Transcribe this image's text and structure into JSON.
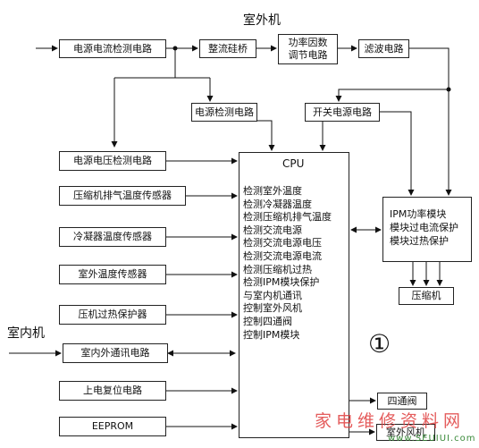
{
  "section_outdoor": "室外机",
  "section_indoor": "室内机",
  "blocks": {
    "power_current_detect": "电源电流检测电路",
    "rectifier_bridge": "整流硅桥",
    "pfc": "功率因数\n调节电路",
    "filter": "滤波电路",
    "power_detect": "电源检测电路",
    "switching_power": "开关电源电路",
    "voltage_detect": "电源电压检测电路",
    "compressor_exhaust_temp": "压缩机排气温度传感器",
    "condenser_temp": "冷凝器温度传感器",
    "outdoor_temp": "室外温度传感器",
    "compressor_overheat": "压机过热保护器",
    "comm_circuit": "室内外通讯电路",
    "reset_circuit": "上电复位电路",
    "eeprom": "EEPROM",
    "compressor": "压缩机",
    "four_way_valve": "四通阀",
    "outdoor_fan": "室外风机"
  },
  "cpu": {
    "title": "CPU",
    "functions": [
      "检测室外温度",
      "检测冷凝器温度",
      "检测压缩机排气温度",
      "检测交流电源",
      "检测交流电源电压",
      "检测交流电源电流",
      "检测压缩机过热",
      "检测IPM模块保护",
      "与室内机通讯",
      "控制室外风机",
      "控制四通阀",
      "控制IPM模块"
    ]
  },
  "ipm": {
    "lines": [
      "IPM功率模块",
      "模块过电流保护",
      "模块过热保护"
    ]
  },
  "figure_marker": "①",
  "watermark": {
    "text": "家电维修资料网",
    "url": "www.SEUIUI.com"
  }
}
